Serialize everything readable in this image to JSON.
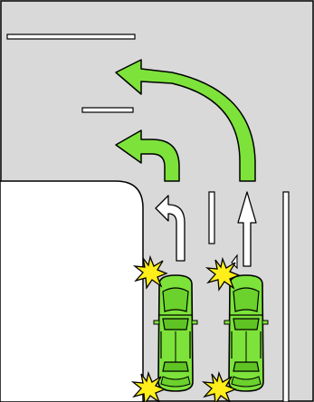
{
  "diagram": {
    "road_color": "#d9d9d9",
    "curb_color": "#ffffff",
    "outline_color": "#000000",
    "lane_marking_color": "#ffffff",
    "path_arrow_color": "#7de33a",
    "lane_arrow_color": "#ffffff",
    "vehicle_color": "#7de33a",
    "impact_color": "#ffee1a",
    "icons": [
      "left-turn-path-arrow",
      "lane-turn-arrow",
      "lane-straight-arrow",
      "car-icon",
      "collision-burst-icon"
    ]
  }
}
